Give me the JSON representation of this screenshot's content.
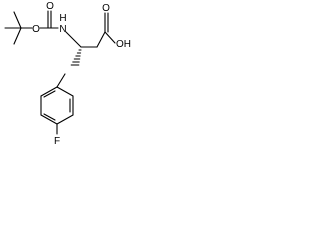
{
  "molecule": {
    "atoms": {
      "o_ester": "O",
      "o_carbonyl_boc": "O",
      "n_amide": "N",
      "h_amide": "H",
      "o_carbonyl_acid": "O",
      "oh_acid": "OH",
      "f_para": "F"
    }
  }
}
